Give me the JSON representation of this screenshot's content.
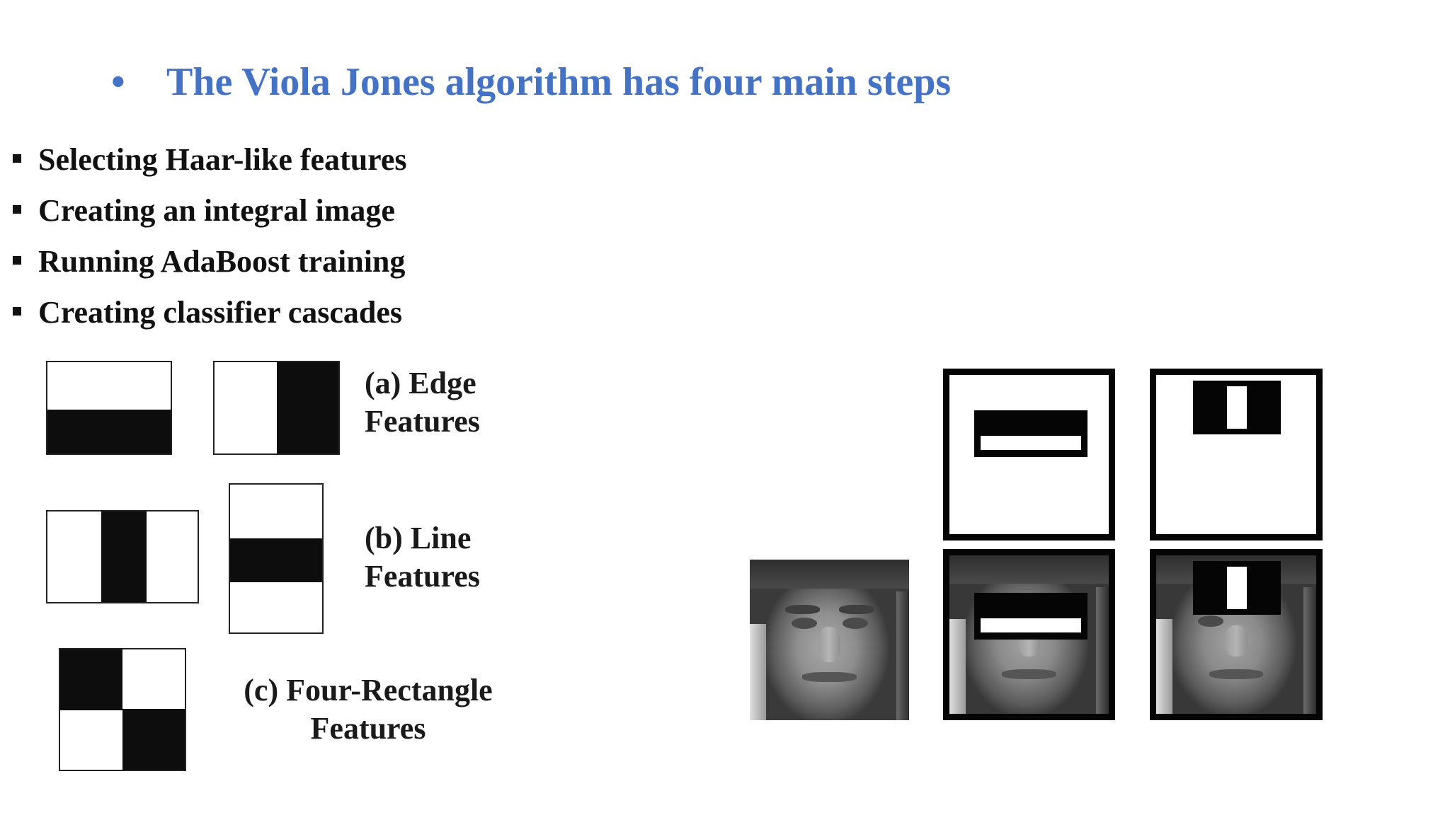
{
  "slide": {
    "heading": "The Viola Jones algorithm has four main steps",
    "heading_bullet": "•",
    "heading_color": "#4472c4",
    "steps": [
      "Selecting Haar-like features",
      "Creating an integral image",
      "Running AdaBoost training",
      "Creating classifier cascades"
    ]
  },
  "features": {
    "edge_label_1": "(a) Edge",
    "edge_label_2": "Features",
    "line_label_1": "(b) Line",
    "line_label_2": "Features",
    "four_label_1": "(c) Four-Rectangle",
    "four_label_2": "Features"
  }
}
